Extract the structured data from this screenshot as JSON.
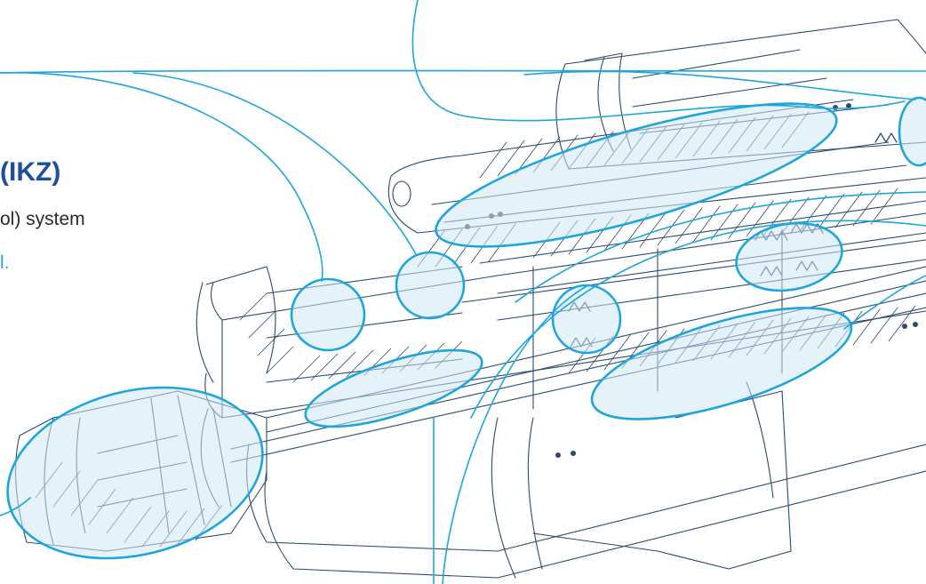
{
  "heading": {
    "title_fragment": "(IKZ)",
    "subtitle_fragment": "ol) system",
    "note_fragment": "l."
  },
  "colors": {
    "title": "#1f4e9c",
    "accent": "#1ea6dc",
    "highlight_fill": "#cfe7f4",
    "line_art": "#2d4a6b",
    "subtitle": "#2a2a2a"
  },
  "callouts": [
    {
      "name": "front-nozzle-assembly"
    },
    {
      "name": "outer-housing-top"
    },
    {
      "name": "right-edge-seal"
    },
    {
      "name": "ball-check-valve-1"
    },
    {
      "name": "ball-check-valve-2"
    },
    {
      "name": "center-spring-pack"
    },
    {
      "name": "upper-spring-pack"
    },
    {
      "name": "shaft-needle"
    },
    {
      "name": "lower-body-section"
    }
  ]
}
